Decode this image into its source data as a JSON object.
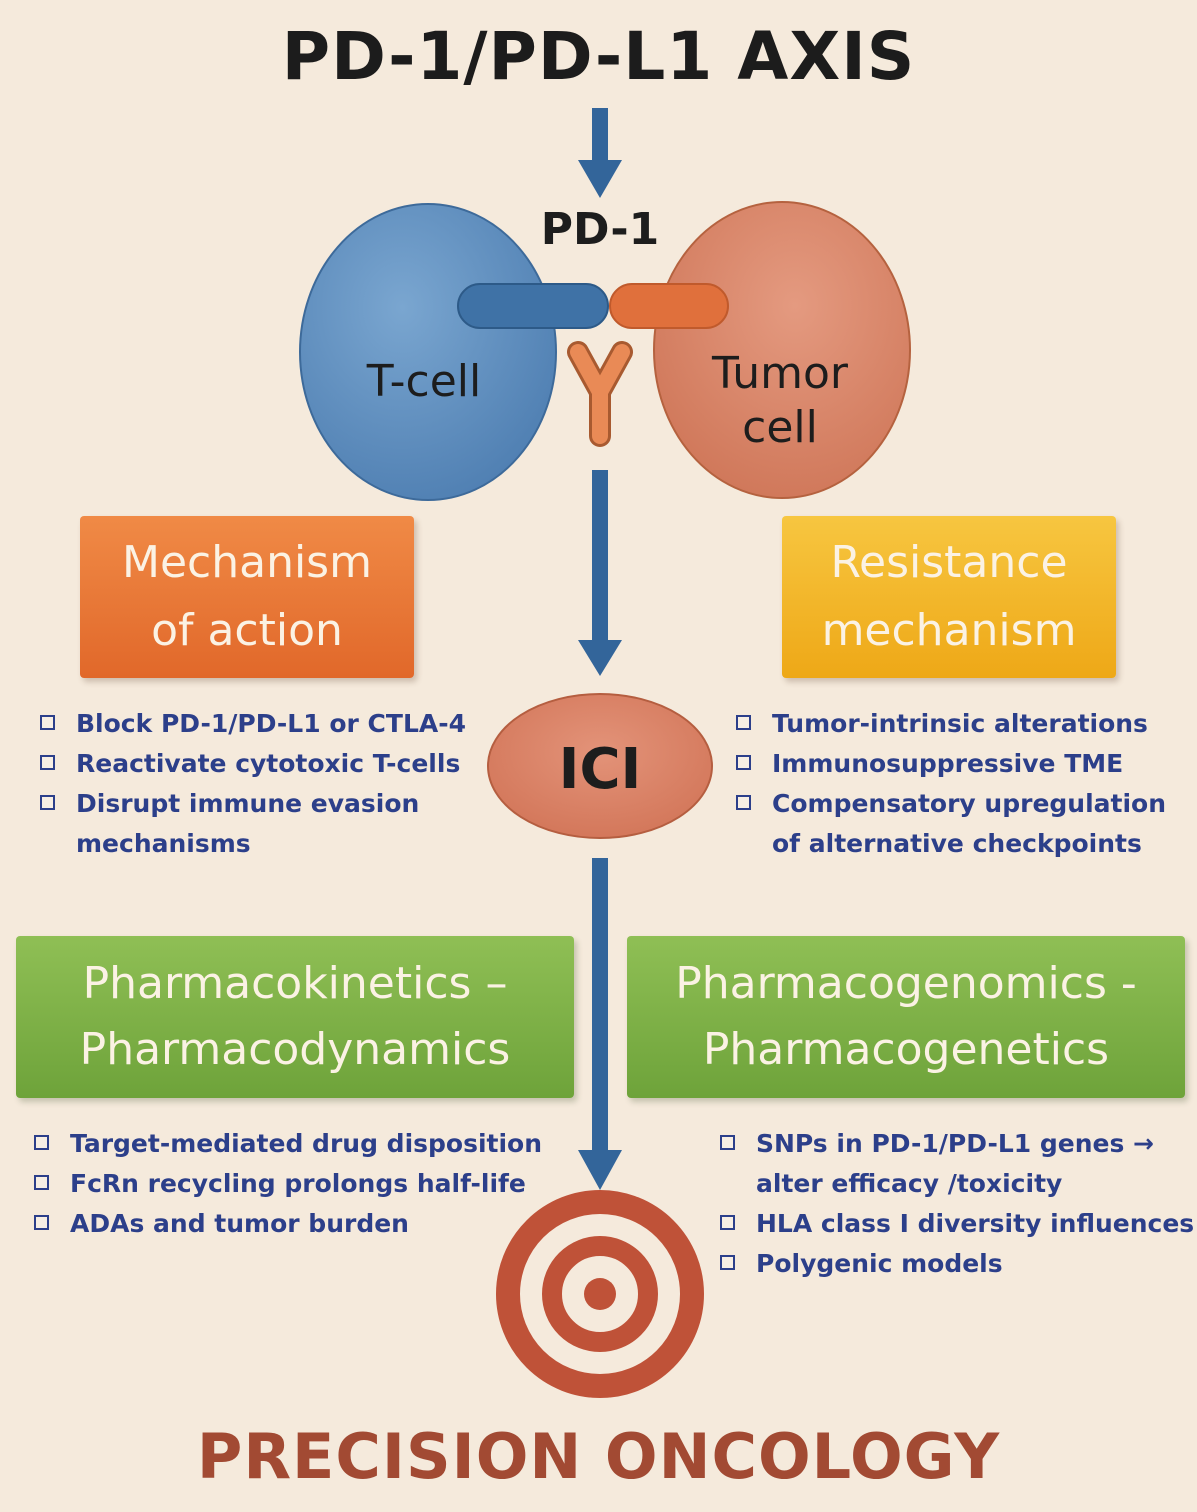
{
  "title": "PD-1/PD-L1 AXIS",
  "labels": {
    "pd1": "PD-1",
    "t_cell": "T-cell",
    "tumor_cell_line1": "Tumor",
    "tumor_cell_line2": "cell",
    "ici": "ICI"
  },
  "boxes": {
    "mechanism": "Mechanism\nof action",
    "resistance": "Resistance\nmechanism",
    "pk_pd": "Pharmacokinetics –\nPharmacodynamics",
    "pg_pg": "Pharmacogenomics -\nPharmacogenetics"
  },
  "lists": {
    "mechanism": [
      "Block PD-1/PD-L1 or CTLA-4",
      "Reactivate cytotoxic T-cells",
      "Disrupt immune evasion mechanisms"
    ],
    "resistance": [
      "Tumor-intrinsic alterations",
      "Immunosuppressive TME",
      "Compensatory upregulation of alternative checkpoints"
    ],
    "pk_pd": [
      "Target-mediated drug disposition",
      "FcRn recycling prolongs half-life",
      "ADAs and tumor burden"
    ],
    "pg_pg": [
      "SNPs in PD-1/PD-L1 genes → alter efficacy /toxicity",
      "HLA class I diversity influences",
      "Polygenic models"
    ]
  },
  "footer": "PRECISION ONCOLOGY",
  "colors": {
    "background": "#f5eadc",
    "arrow_blue": "#33659a",
    "t_cell_fill": "#5e8fc0",
    "tumor_fill": "#d98569",
    "mechanism_box": "#e8793a",
    "resistance_box": "#f2b62b",
    "green_box": "#7db248",
    "bullet_text": "#2c3f8a",
    "target_red": "#bf5238"
  },
  "icons": [
    "antibody-y-icon",
    "target-icon",
    "checkbox-icon"
  ]
}
